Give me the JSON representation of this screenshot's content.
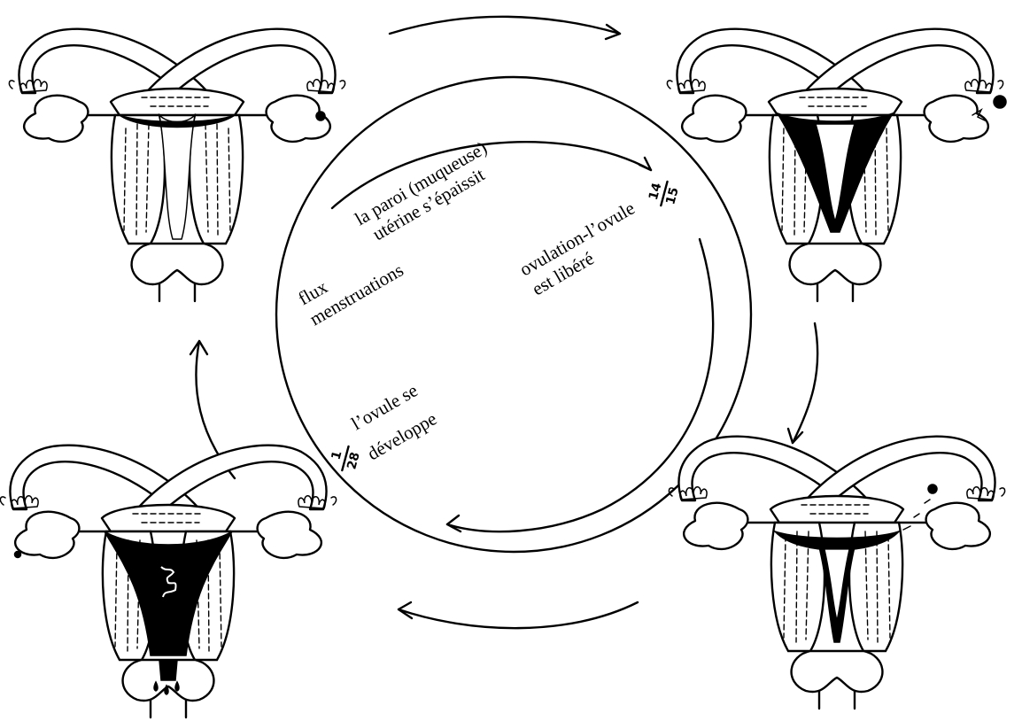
{
  "labels": {
    "thickening_line1": "la paroi (muqueuse)",
    "thickening_line2": "utérine s’épaissit",
    "menses_line1": "flux",
    "menses_line2": "menstruations",
    "ovulation_line1": "ovulation-l’ovule",
    "ovulation_line2": "est libéré",
    "develops_line1": "l’ovule se",
    "develops_line2": "développe"
  },
  "day_markers": {
    "ovulation_top": "14",
    "ovulation_bottom": "15",
    "start_top": "1",
    "start_bottom": "28"
  },
  "stages": [
    {
      "position": "top-left",
      "egg": "in-ovary",
      "lining": "thin",
      "bleeding": false
    },
    {
      "position": "top-right",
      "egg": "released-from-ovary",
      "lining": "thick",
      "bleeding": false
    },
    {
      "position": "bottom-right",
      "egg": "in-tube",
      "lining": "thick",
      "bleeding": false
    },
    {
      "position": "bottom-left",
      "egg": "small-in-ovary",
      "lining": "shedding",
      "bleeding": true
    }
  ],
  "colors": {
    "ink": "#000000",
    "paper": "#ffffff"
  }
}
